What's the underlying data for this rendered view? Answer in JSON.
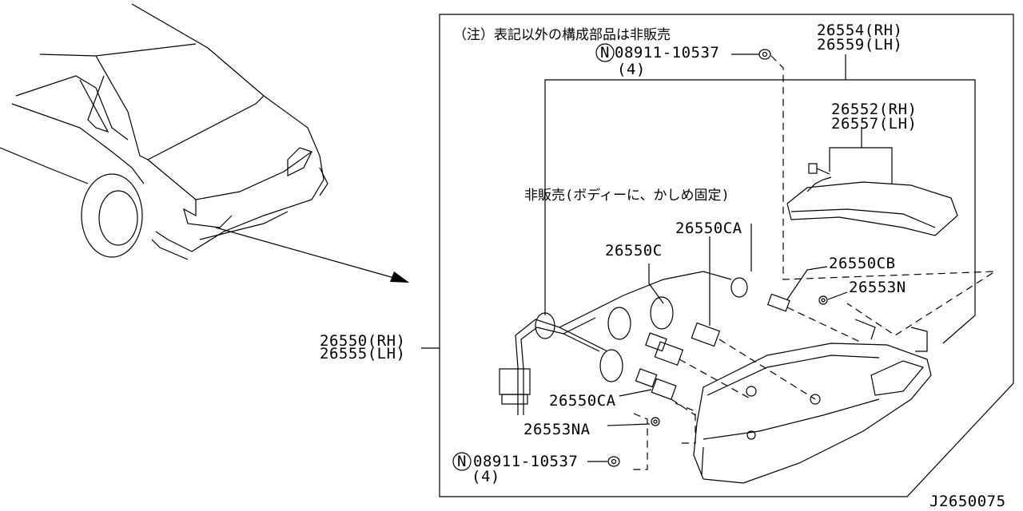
{
  "note": "（注）表記以外の構成部品は非販売",
  "not_for_sale_label": "非販売(ボディーに、かしめ固定)",
  "parts": {
    "nut_top": {
      "symbol": "N",
      "number": "08911-10537",
      "qty": "(4)"
    },
    "nut_bottom": {
      "symbol": "N",
      "number": "08911-10537",
      "qty": "(4)"
    },
    "lens_assy_rh": "26554(RH)",
    "lens_assy_lh": "26559(LH)",
    "lens_rh": "26552(RH)",
    "lens_lh": "26557(LH)",
    "socket_ca_top": "26550CA",
    "socket_c": "26550C",
    "bulb_cb": "26550CB",
    "packing_n": "26553N",
    "lamp_rh": "26550(RH)",
    "lamp_lh": "26555(LH)",
    "socket_ca_bottom": "26550CA",
    "packing_na": "26553NA"
  },
  "diagram_code": "J2650075"
}
